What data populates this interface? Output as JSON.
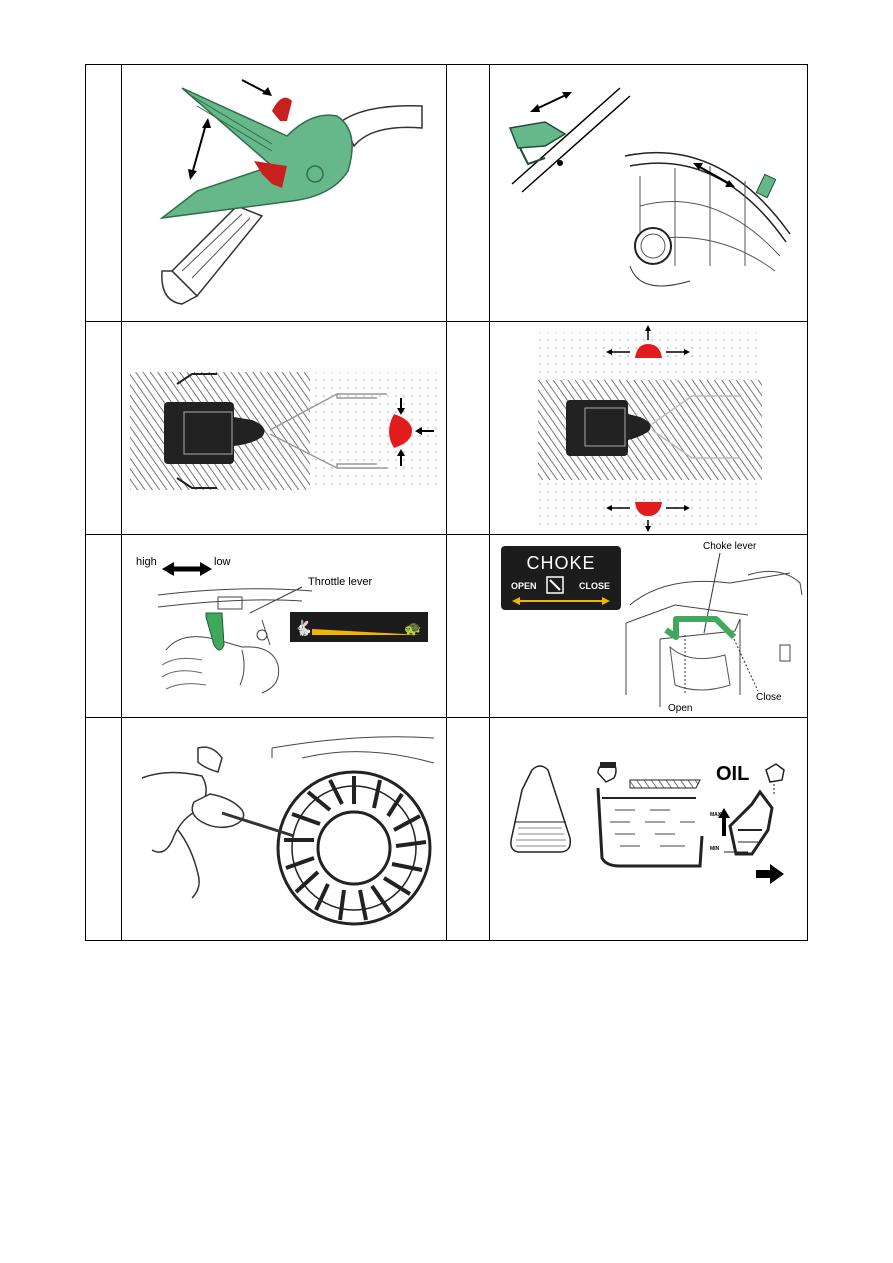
{
  "row3_left": {
    "speed_high": "high",
    "speed_low": "low",
    "throttle_label": "Throttle lever"
  },
  "row3_right": {
    "choke_title": "CHOKE",
    "choke_open": "OPEN",
    "choke_close": "CLOSE",
    "choke_lever_label": "Choke lever",
    "close_label": "Close",
    "open_label": "Open"
  },
  "row4_right": {
    "oil_label": "OIL",
    "max_label": "MAX",
    "min_label": "MIN"
  },
  "colors": {
    "handle_green": "#66b88a",
    "lever_red": "#c8201e",
    "choke_arrow_yellow": "#f2b400",
    "sign_dark": "#1c1c1c",
    "grass_dark": "#777777"
  }
}
